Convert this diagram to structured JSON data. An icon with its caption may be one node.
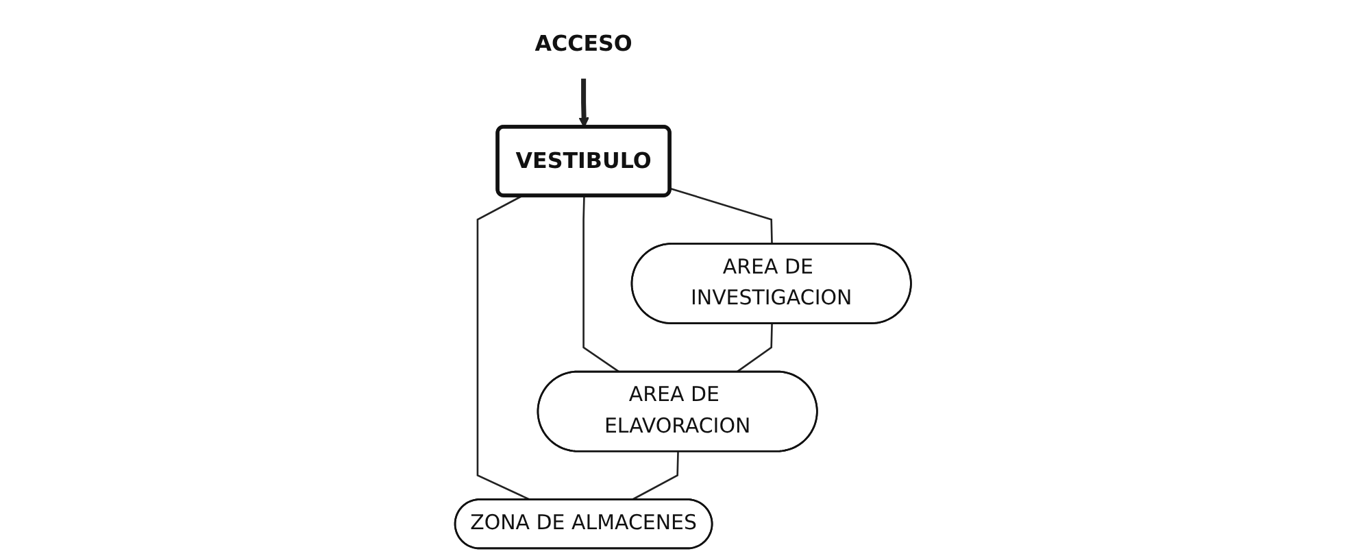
{
  "diagram": {
    "nodes": [
      {
        "text": [
          "ACCESO"
        ]
      },
      {
        "text": [
          "VESTIBULO"
        ]
      },
      {
        "text": [
          "AREA DE INVESTIGACION"
        ]
      },
      {
        "text": [
          "AREA DE ELAVORACION"
        ]
      },
      {
        "text": [
          "ZONA DE ALMACENES"
        ]
      }
    ],
    "edges": [
      {
        "from": 0,
        "to": 1,
        "arrow": "to",
        "style": "thick"
      },
      {
        "from": 1,
        "to": 2,
        "arrow": "none"
      },
      {
        "from": 1,
        "to": 3,
        "arrow": "none"
      },
      {
        "from": 1,
        "to": 4,
        "arrow": "none"
      },
      {
        "from": 2,
        "to": 3,
        "arrow": "none"
      },
      {
        "from": 3,
        "to": 4,
        "arrow": "none"
      }
    ]
  }
}
